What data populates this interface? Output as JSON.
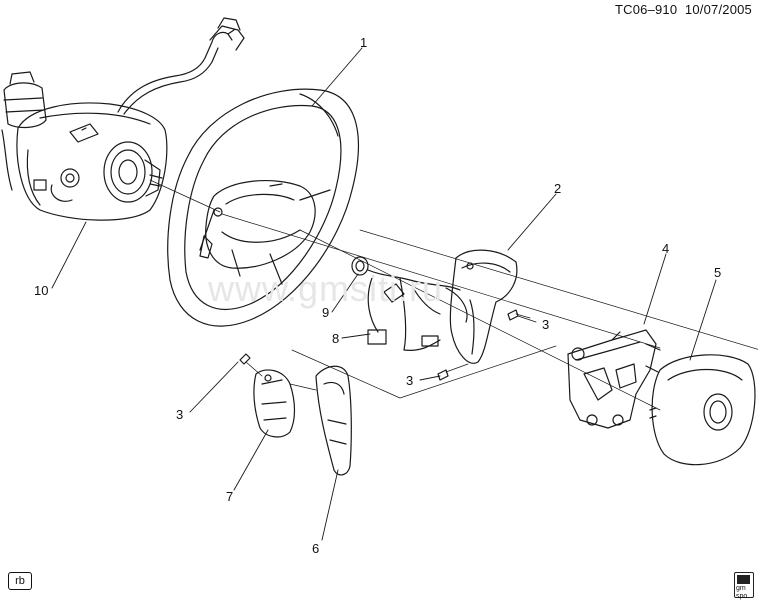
{
  "header": {
    "code": "TC06–910",
    "date": "10/07/2005"
  },
  "watermark": "www.gmsiti.ru",
  "callouts": [
    {
      "id": "1",
      "text": "1"
    },
    {
      "id": "2",
      "text": "2"
    },
    {
      "id": "3a",
      "text": "3"
    },
    {
      "id": "3b",
      "text": "3"
    },
    {
      "id": "3c",
      "text": "3"
    },
    {
      "id": "4",
      "text": "4"
    },
    {
      "id": "5",
      "text": "5"
    },
    {
      "id": "6",
      "text": "6"
    },
    {
      "id": "7",
      "text": "7"
    },
    {
      "id": "8",
      "text": "8"
    },
    {
      "id": "9",
      "text": "9"
    },
    {
      "id": "10",
      "text": "10"
    }
  ],
  "corner_tag": "rb",
  "logo_text": "gm spo",
  "colors": {
    "line": "#1a1a1a",
    "watermark": "#e6e6e6",
    "background": "#ffffff"
  }
}
